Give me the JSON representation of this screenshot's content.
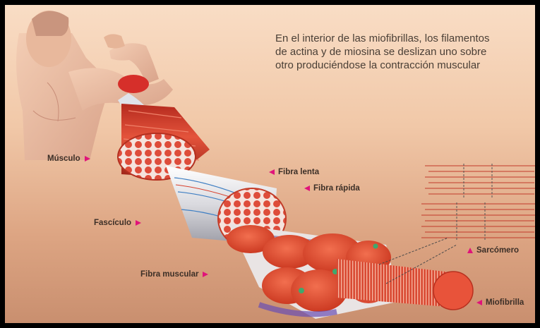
{
  "caption": {
    "line1": "En el interior de las miofibrillas, los filamentos",
    "line2": "de actina y de miosina se deslizan uno sobre",
    "line3": "otro produciéndose la contracción muscular"
  },
  "labels": {
    "musculo": "Músculo",
    "fascículo": "Fascículo",
    "fibra_muscular": "Fibra muscular",
    "fibra_lenta": "Fibra lenta",
    "fibra_rapida": "Fibra rápida",
    "sarcomero": "Sarcómero",
    "miofibrilla": "Miofibrilla"
  },
  "colors": {
    "accent_arrow": "#e0137a",
    "muscle_red": "#d8402c",
    "fiber_red": "#e8533a",
    "background_top": "#f9ddc5",
    "background_bottom": "#c98f6f"
  }
}
